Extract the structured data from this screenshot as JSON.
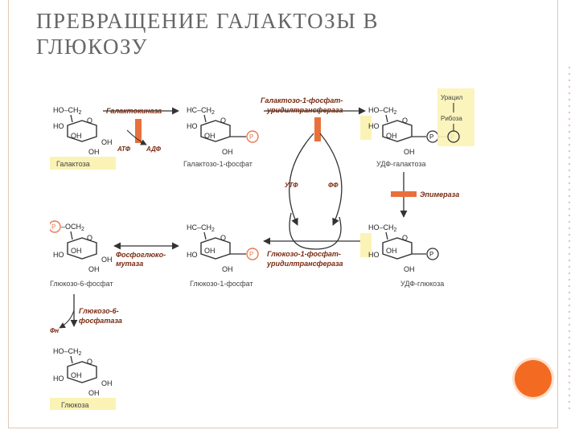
{
  "slide": {
    "title_line1": "ПРЕВРАЩЕНИЕ ГАЛАКТОЗЫ В",
    "title_line2": "ГЛЮКОЗУ"
  },
  "colors": {
    "highlight": "#fbf3b6",
    "enzyme_bar": "#e8703a",
    "enzyme_text": "#7a2a10",
    "phosphate": "#e87a50",
    "ring": "#333333",
    "accent_circle": "#f36b23"
  },
  "diagram": {
    "group_label_ch2": "CH",
    "sub_2": "2",
    "hc_prefix": "HC",
    "oh": "OH",
    "ho": "HO",
    "o": "O",
    "p": "P",
    "och2_prefix": "OCH",
    "compounds": {
      "galactose": "Галактоза",
      "gal1p": "Галактозо-1-фосфат",
      "udp_gal": "УДФ-галактоза",
      "glc6p": "Глюкозо-6-фосфат",
      "glc1p": "Глюкозо-1-фосфат",
      "udp_glc": "УДФ-глюкоза",
      "glucose": "Глюкоза"
    },
    "enzymes": {
      "galactokinase": "Галактокиназа",
      "galt_line1": "Галактозо-1-фосфат-",
      "galt_line2": "уридилтрансфераза",
      "epimerase": "Эпимераза",
      "pgm_line1": "Фосфоглюко-",
      "pgm_line2": "мутаза",
      "gut_line1": "Глюкозо-1-фосфат-",
      "gut_line2": "уридилтрансфераза",
      "g6pase_line1": "Глюкозо-6-",
      "g6pase_line2": "фосфатаза"
    },
    "cofactors": {
      "atp": "АТФ",
      "adp": "АДФ",
      "utp": "УТФ",
      "pp": "ФФ",
      "pi": "Фн"
    },
    "udp_parts": {
      "uracil": "Урацил",
      "ribose": "Рибоза"
    }
  }
}
